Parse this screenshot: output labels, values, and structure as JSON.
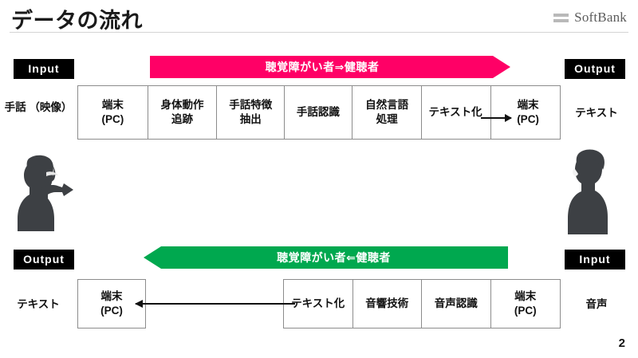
{
  "header": {
    "title": "データの流れ",
    "brand_name": "SoftBank",
    "brand_icon": "softbank-bars-logo"
  },
  "page_number": "2",
  "flows": [
    {
      "id": "sign-to-text",
      "input_badge": "Input",
      "output_badge": "Output",
      "banner_label": "聴覚障がい者⇒健聴者",
      "banner_color": "#ff0066",
      "banner_direction": "right",
      "source_label": [
        "手話",
        "（映像）"
      ],
      "target_label": [
        "テキスト"
      ],
      "source_person_icon": "person-signing-icon",
      "target_person_icon": "person-listening-icon",
      "steps": [
        {
          "lines": [
            "端末",
            "(PC)"
          ]
        },
        {
          "lines": [
            "身体動作",
            "追跡"
          ]
        },
        {
          "lines": [
            "手話特徴",
            "抽出"
          ]
        },
        {
          "lines": [
            "手話認識"
          ]
        },
        {
          "lines": [
            "自然言語",
            "処理"
          ]
        },
        {
          "lines": [
            "テキスト化"
          ]
        },
        {
          "lines": [
            "端末",
            "(PC)"
          ]
        }
      ]
    },
    {
      "id": "voice-to-text",
      "input_badge": "Input",
      "output_badge": "Output",
      "banner_label": "聴覚障がい者⇐健聴者",
      "banner_color": "#00a84f",
      "banner_direction": "left",
      "source_label": [
        "音声"
      ],
      "target_label": [
        "テキスト"
      ],
      "terminal_step": {
        "lines": [
          "端末",
          "(PC)"
        ]
      },
      "steps": [
        {
          "lines": [
            "テキスト化"
          ]
        },
        {
          "lines": [
            "音響技術"
          ]
        },
        {
          "lines": [
            "音声認識"
          ]
        },
        {
          "lines": [
            "端末",
            "(PC)"
          ]
        }
      ]
    }
  ]
}
